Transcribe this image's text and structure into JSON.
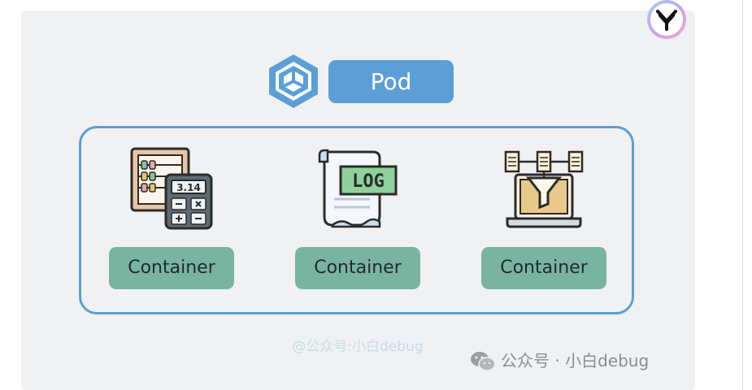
{
  "pod": {
    "label": "Pod",
    "icon": "kubernetes-pod-hex-icon"
  },
  "containers": [
    {
      "label": "Container",
      "icon": "abacus-calculator-icon",
      "calc_display": "3.14"
    },
    {
      "label": "Container",
      "icon": "log-scroll-icon",
      "log_text": "LOG"
    },
    {
      "label": "Container",
      "icon": "data-funnel-laptop-icon"
    }
  ],
  "watermarks": {
    "center": "@公众号:小白debug",
    "corner": "公众号 · 小白debug"
  },
  "colors": {
    "pod_blue": "#5b9fd6",
    "container_green": "#79b4a0",
    "panel_bg": "#f0f1f3"
  }
}
